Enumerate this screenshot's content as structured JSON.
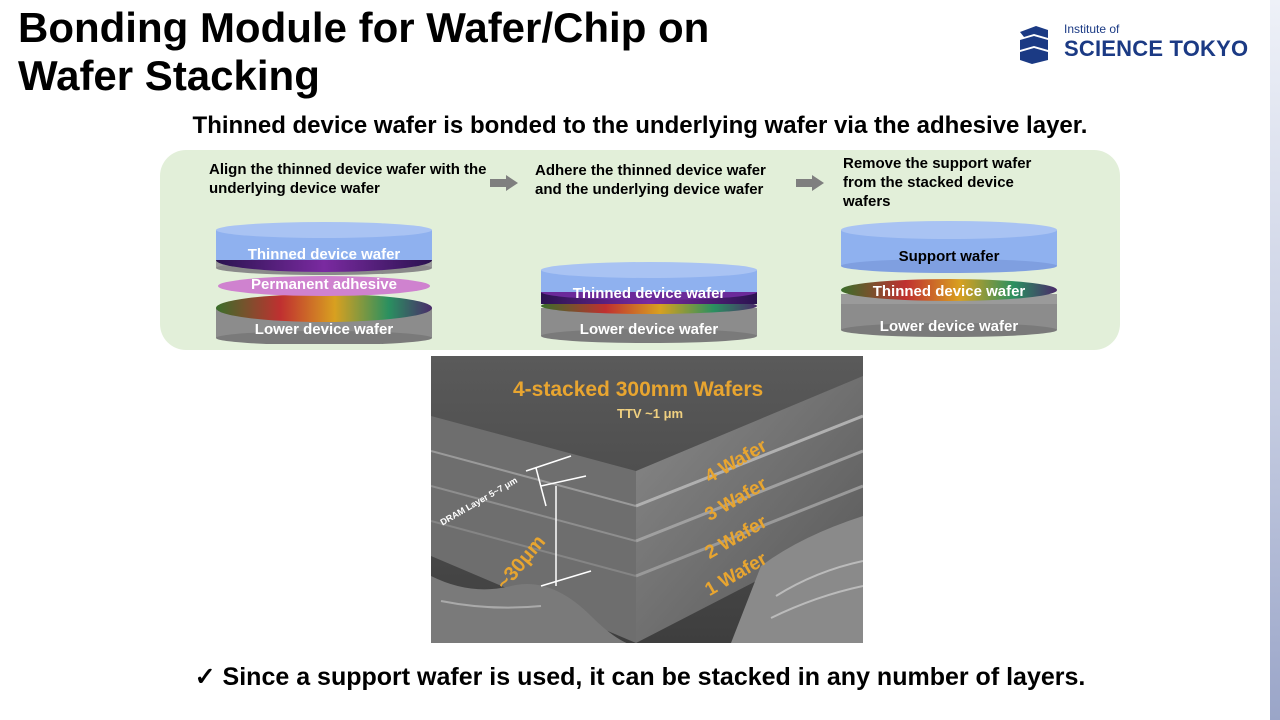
{
  "title": {
    "line1": "Bonding Module for Wafer/Chip on",
    "line2": "Wafer Stacking"
  },
  "logo": {
    "small": "Institute of",
    "big": "SCIENCE TOKYO"
  },
  "subtitle": "Thinned device wafer is bonded to the underlying wafer via the adhesive layer.",
  "steps": [
    {
      "text": "Align the thinned device wafer with the underlying device wafer",
      "labels": {
        "thinned": "Thinned device wafer",
        "adhesive": "Permanent adhesive",
        "lower": "Lower device wafer"
      }
    },
    {
      "text": "Adhere the thinned device wafer and the underlying device wafer",
      "labels": {
        "thinned": "Thinned device wafer",
        "lower": "Lower device wafer"
      }
    },
    {
      "text": "Remove the support wafer from the stacked device wafers",
      "labels": {
        "support": "Support wafer",
        "thinned": "Thinned device wafer",
        "lower": "Lower device wafer"
      }
    }
  ],
  "sem_image": {
    "title": "4-stacked 300mm Wafers",
    "ttv": "TTV ~1 μm",
    "dram_layer": "DRAM Layer 5~7 μm",
    "height": "~30μm",
    "wafers": [
      "4 Wafer",
      "3 Wafer",
      "2 Wafer",
      "1 Wafer"
    ]
  },
  "note": "✓ Since a support wafer is used, it can be stacked in any number of layers.",
  "colors": {
    "panel": "#e2efd9",
    "logo": "#1b3a84",
    "sem_text": "#e8a530",
    "support": "#8fb1ef",
    "device": "#7a2aa0",
    "lower": "#8c8c8c"
  }
}
